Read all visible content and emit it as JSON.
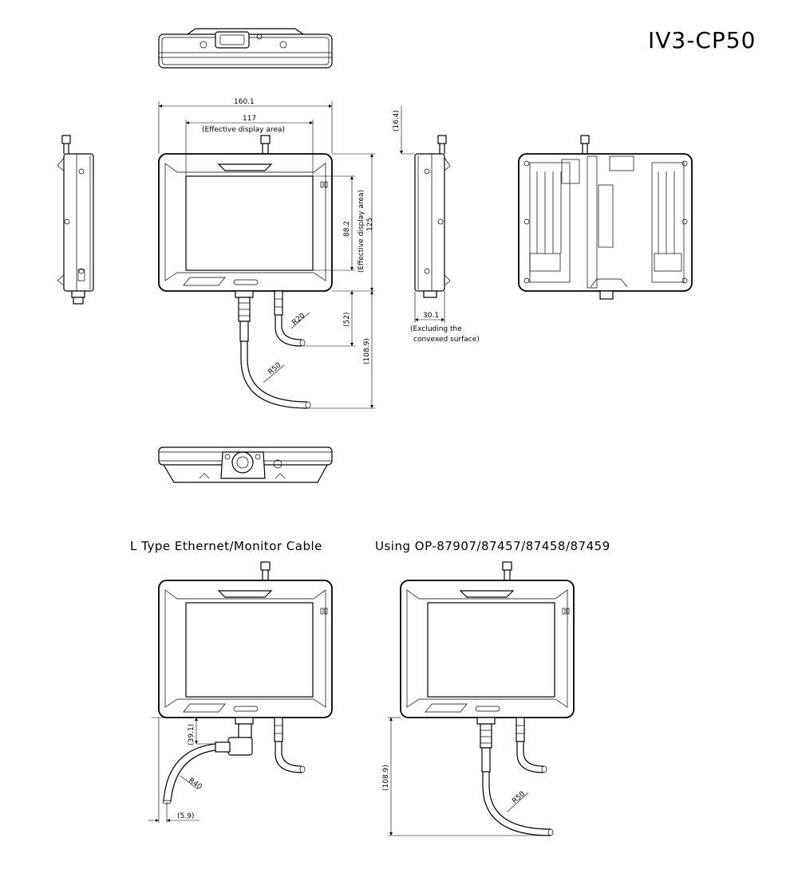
{
  "title": "IV3-CP50",
  "dimensions": {
    "width": "160.1",
    "effective_width": "117",
    "effective_width_note": "(Effective display area)",
    "effective_height": "88.2",
    "effective_height_note": "(Effective display area)",
    "height": "125",
    "top_offset": "(16.4)",
    "depth": "30.1",
    "depth_note_1": "(Excluding the",
    "depth_note_2": "convexed surface)",
    "cable_52": "(52)",
    "cable_108_9": "(108.9)",
    "radius_r20": "R20",
    "radius_r50": "R50"
  },
  "captions": {
    "left": "L Type Ethernet/Monitor Cable",
    "right": "Using OP-87907/87457/87458/87459"
  },
  "l_type": {
    "dim_39_1": "(39.1)",
    "radius_r40": "R40",
    "dim_5_9": "(5.9)"
  },
  "op_type": {
    "dim_108_9": "(108.9)",
    "radius_r50": "R50"
  }
}
